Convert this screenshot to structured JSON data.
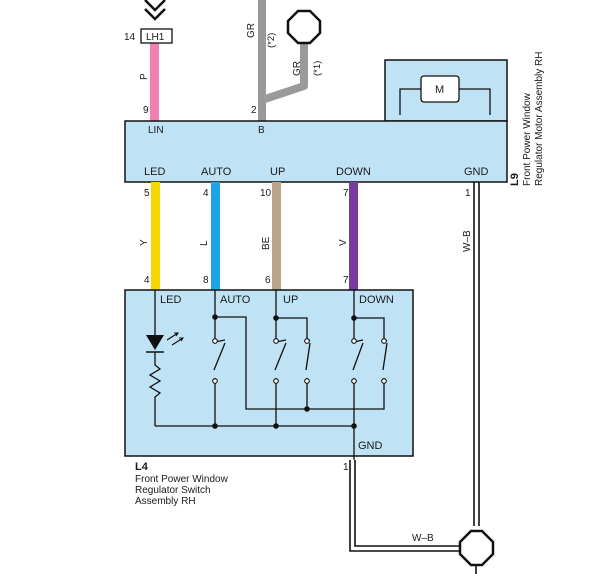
{
  "colors": {
    "box_fill": "#bfe3f5",
    "pink": "#f080b0",
    "gray": "#9a9a9a",
    "yellow": "#f5d800",
    "blue": "#1aa6e6",
    "beige": "#b8a58a",
    "violet": "#7a3a9e",
    "black": "#111111"
  },
  "top_wires": {
    "lh1_pin": "14",
    "lh1_label": "LH1",
    "pink_wire_code": "P",
    "gray_wire_code_1": "GR",
    "gray_note_1": "(*2)",
    "gray_wire_code_2": "GR",
    "gray_note_2": "(*1)"
  },
  "l9": {
    "id": "L9",
    "name_line1": "Front Power Window",
    "name_line2": "Regulator Motor Assembly RH",
    "motor_label": "M",
    "top_pins": [
      {
        "pin": "9",
        "label": "LIN"
      },
      {
        "pin": "2",
        "label": "B"
      }
    ],
    "bottom_pins": [
      {
        "label": "LED",
        "pin": "5"
      },
      {
        "label": "AUTO",
        "pin": "4"
      },
      {
        "label": "UP",
        "pin": "10"
      },
      {
        "label": "DOWN",
        "pin": "7"
      },
      {
        "label": "GND",
        "pin": "1"
      }
    ]
  },
  "wires": [
    {
      "code": "Y",
      "color_key": "yellow"
    },
    {
      "code": "L",
      "color_key": "blue"
    },
    {
      "code": "BE",
      "color_key": "beige"
    },
    {
      "code": "V",
      "color_key": "violet"
    }
  ],
  "ground_wire_code_1": "W–B",
  "ground_wire_code_2": "W–B",
  "l4": {
    "id": "L4",
    "name_line1": "Front Power Window",
    "name_line2": "Regulator Switch",
    "name_line3": "Assembly RH",
    "top_pins": [
      {
        "pin": "4",
        "label": "LED"
      },
      {
        "pin": "8",
        "label": "AUTO"
      },
      {
        "pin": "6",
        "label": "UP"
      },
      {
        "pin": "7",
        "label": "DOWN"
      }
    ],
    "gnd_label": "GND",
    "gnd_pin": "1"
  }
}
